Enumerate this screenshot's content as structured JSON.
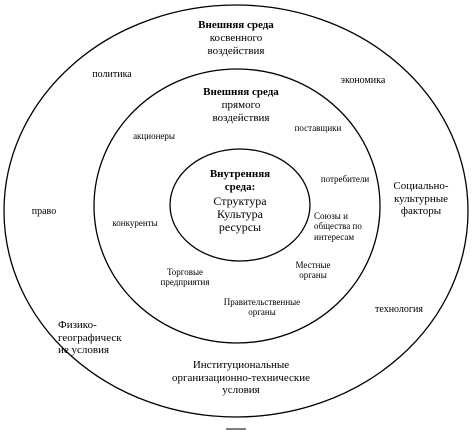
{
  "outer": {
    "title": "Внешняя среда",
    "subtitle": "косвенного\nвоздействия",
    "items": {
      "politics": "политика",
      "economics": "экономика",
      "law": "право",
      "sociocultural": "Социально-\nкультурные\nфакторы",
      "technology": "технология",
      "physgeo": "Физико-\nгеографическ\nие условия",
      "institutional": "Институциональные\nорганизационно-технические\nусловия"
    }
  },
  "middle": {
    "title": "Внешняя среда",
    "subtitle": "прямого\nвоздействия",
    "items": {
      "shareholders": "акционеры",
      "suppliers": "поставщики",
      "consumers": "потребители",
      "unions": "Союзы    и\nобщества по\nинтересам",
      "competitors": "конкуренты",
      "local": "Местные\nорганы",
      "trade": "Торговые\nпредприятия",
      "government": "Правительственные\nорганы"
    }
  },
  "inner": {
    "title": "Внутренняя\nсреда:",
    "body": "Структура\nКультура\nресурсы"
  }
}
